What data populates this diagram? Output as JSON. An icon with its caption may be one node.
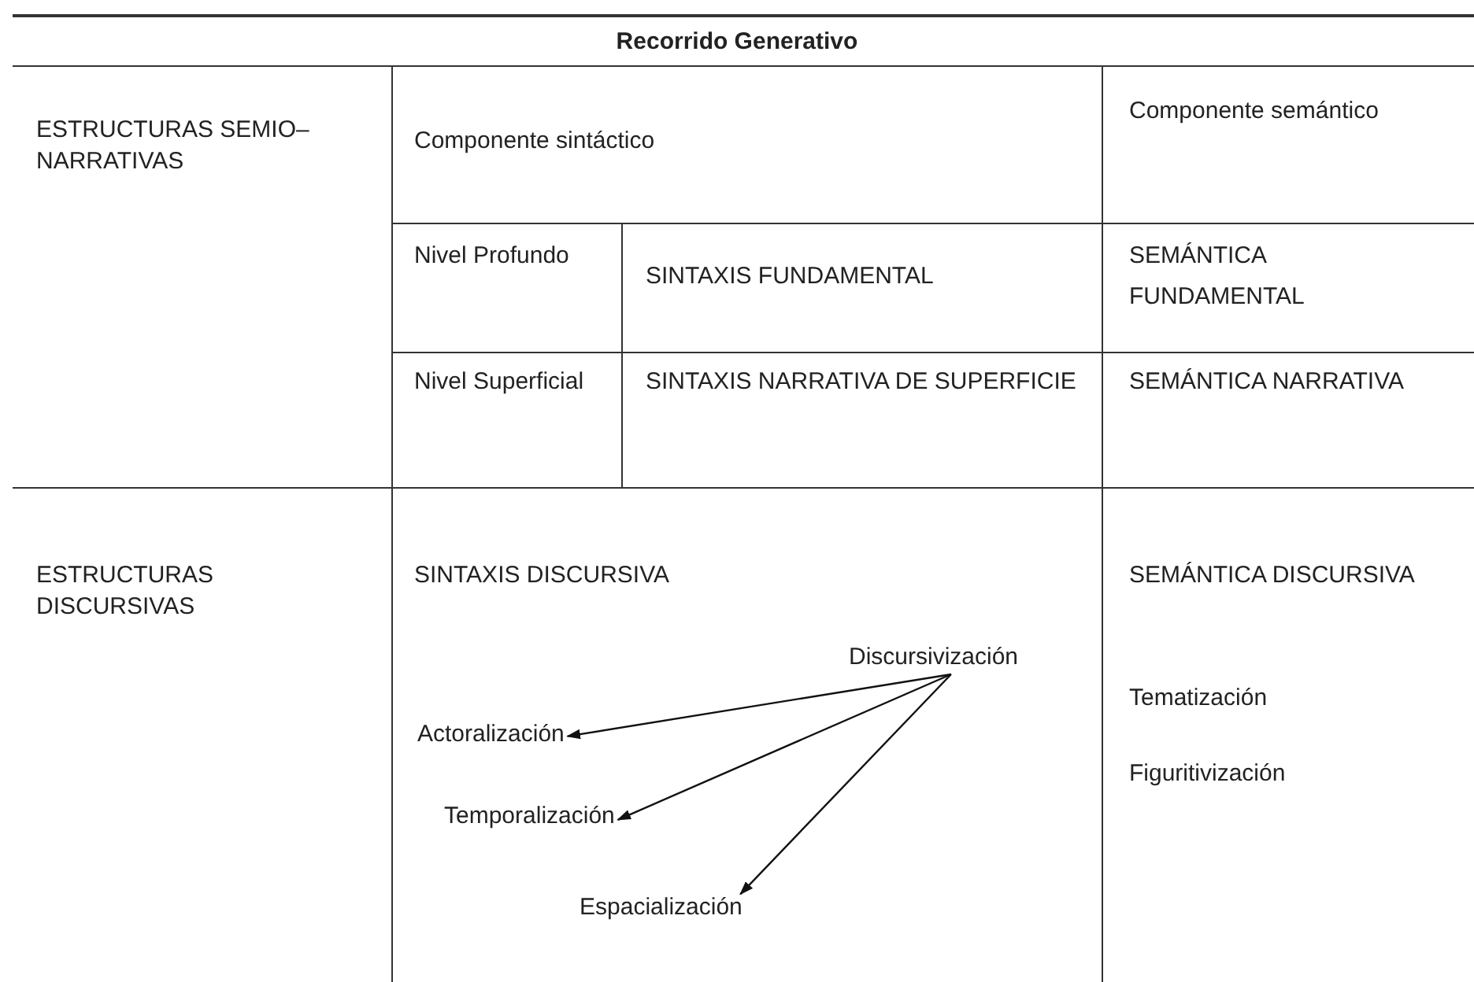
{
  "diagram": {
    "title": "Recorrido Generativo",
    "nodes": [
      {
        "text": [
          "Discursivización"
        ]
      },
      {
        "text": [
          "Actoralización"
        ]
      },
      {
        "text": [
          "Temporalización"
        ]
      },
      {
        "text": [
          "Espacialización"
        ]
      }
    ],
    "edges": [
      {
        "from": 0,
        "to": 1,
        "arrow": "to"
      },
      {
        "from": 0,
        "to": 2,
        "arrow": "to"
      },
      {
        "from": 0,
        "to": 3,
        "arrow": "to"
      }
    ],
    "labels": [
      "ESTRUCTURAS SEMIO–NARRATIVAS",
      "Componente sintáctico",
      "Componente semántico",
      "Nivel Profundo",
      "SINTAXIS FUNDAMENTAL",
      "SEMÁNTICA FUNDAMENTAL",
      "Nivel Superficial",
      "SINTAXIS NARRATIVA DE SUPERFICIE",
      "SEMÁNTICA NARRATIVA",
      "ESTRUCTURAS DISCURSIVAS",
      "SINTAXIS DISCURSIVA",
      "SEMÁNTICA DISCURSIVA",
      "Tematización",
      "Figuritivización"
    ]
  }
}
